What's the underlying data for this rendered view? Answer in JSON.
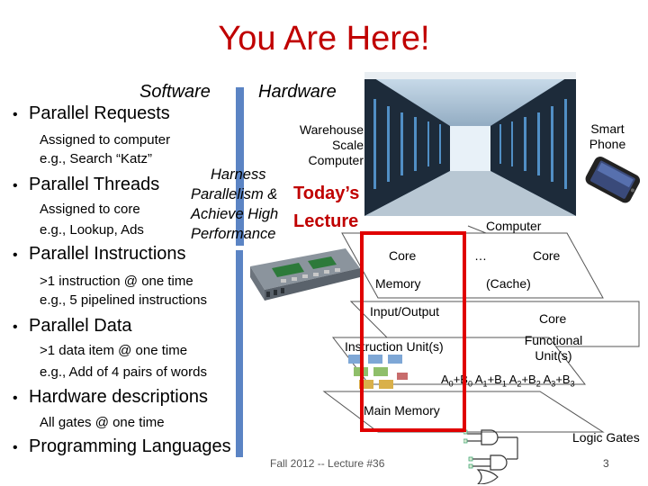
{
  "title": "You Are Here!",
  "headers": {
    "software": "Software",
    "hardware": "Hardware"
  },
  "bullets": [
    {
      "label": "Parallel Requests",
      "details": [
        "Assigned to computer",
        "e.g., Search “Katz”"
      ]
    },
    {
      "label": "Parallel Threads",
      "details": [
        "Assigned to core",
        "e.g., Lookup, Ads"
      ]
    },
    {
      "label": "Parallel Instructions",
      "details": [
        ">1 instruction @ one time",
        "e.g., 5 pipelined instructions"
      ]
    },
    {
      "label": "Parallel Data",
      "details": [
        ">1 data item @ one time",
        "e.g., Add of 4 pairs of words"
      ]
    },
    {
      "label": "Hardware descriptions",
      "details": [
        "All gates @ one time"
      ]
    },
    {
      "label": "Programming Languages",
      "details": []
    }
  ],
  "harness": [
    "Harness",
    "Parallelism &",
    "Achieve High",
    "Performance"
  ],
  "todays_lecture": [
    "Today’s",
    "Lecture"
  ],
  "warehouse": [
    "Warehouse",
    "Scale",
    "Computer"
  ],
  "smartphone": [
    "Smart",
    "Phone"
  ],
  "stack": {
    "computer": "Computer",
    "core_left": "Core",
    "ellipsis": "…",
    "core_right": "Core",
    "memory": "Memory",
    "cache": "(Cache)",
    "io": "Input/Output",
    "core_small": "Core",
    "instruction_unit": "Instruction Unit(s)",
    "functional_unit": [
      "Functional",
      "Unit(s)"
    ],
    "main_memory": "Main Memory",
    "logic_gates": "Logic Gates"
  },
  "footer": {
    "text": "Fall 2012 -- Lecture #36",
    "page": "3"
  },
  "colors": {
    "title": "#c00000",
    "bar": "#5b84c4",
    "highlight": "#e00000"
  }
}
